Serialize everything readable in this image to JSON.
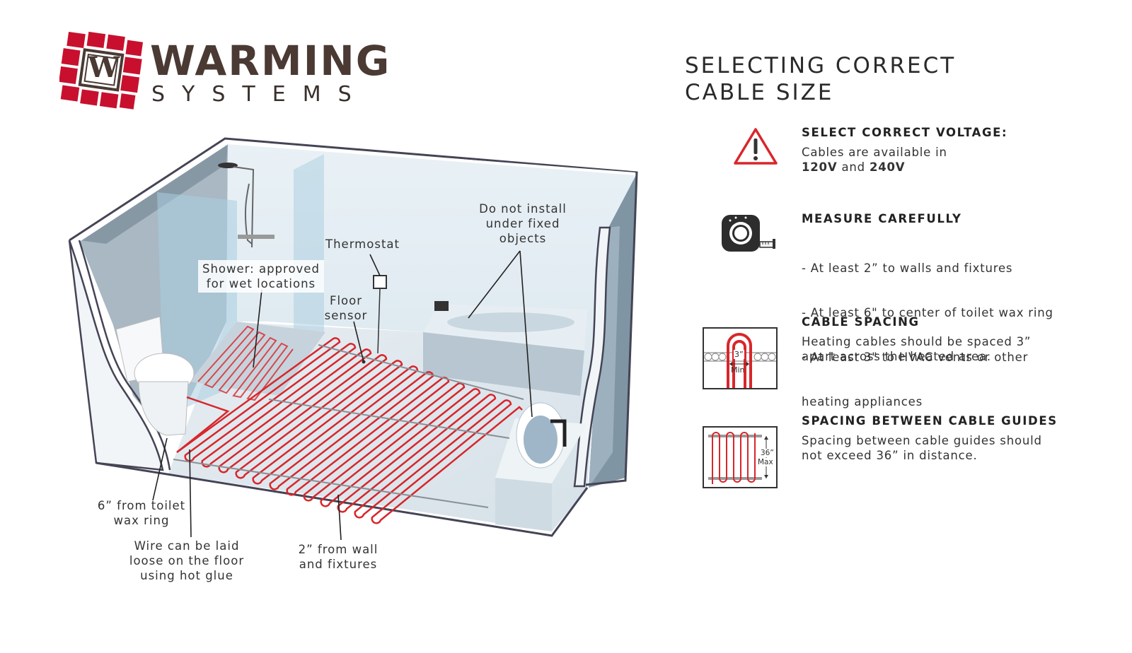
{
  "logo": {
    "monogram": "W",
    "word": "WARMING",
    "sub": "SYSTEMS"
  },
  "title": {
    "line1": "SELECTING CORRECT",
    "line2": "CABLE SIZE"
  },
  "sections": [
    {
      "icon": "warning-triangle-icon",
      "heading": "SELECT CORRECT VOLTAGE:",
      "body_line1": "Cables are available in",
      "body_v1": "120V",
      "body_and": " and ",
      "body_v2": "240V"
    },
    {
      "icon": "tape-measure-icon",
      "heading": "MEASURE CAREFULLY",
      "bullets": [
        "- At least 2” to walls and fixtures",
        "- At least 6\" to center of toilet wax ring",
        "- At least 3\" to HVAC vents or other",
        "   heating appliances"
      ]
    },
    {
      "icon": "cable-spacing-icon",
      "heading": "CABLE SPACING",
      "body": [
        "Heating cables should be spaced 3”",
        "apart across the heated area."
      ],
      "icon_label_top": "3”",
      "icon_label_bottom": "Min"
    },
    {
      "icon": "cable-guides-icon",
      "heading": "SPACING BETWEEN CABLE GUIDES",
      "body": [
        "Spacing between cable guides should",
        "not exceed 36” in distance."
      ],
      "icon_label_top": "36”",
      "icon_label_bottom": "Max"
    }
  ],
  "callouts": {
    "do_not_install": [
      "Do not install",
      "under fixed",
      "objects"
    ],
    "thermostat": "Thermostat",
    "shower": [
      "Shower: approved",
      "for wet locations"
    ],
    "floor_sensor": [
      "Floor",
      "sensor"
    ],
    "toilet": [
      "6” from toilet",
      "wax ring"
    ],
    "wire": [
      "Wire can be laid",
      "loose on the floor",
      "using hot glue"
    ],
    "wall": [
      "2” from wall",
      "and fixtures"
    ]
  },
  "colors": {
    "brand_red": "#c8102e",
    "brand_brown": "#4a3a33",
    "cable_red": "#d8262b",
    "wall_blue": "#9fb4c2",
    "warning_red": "#d8262b"
  }
}
